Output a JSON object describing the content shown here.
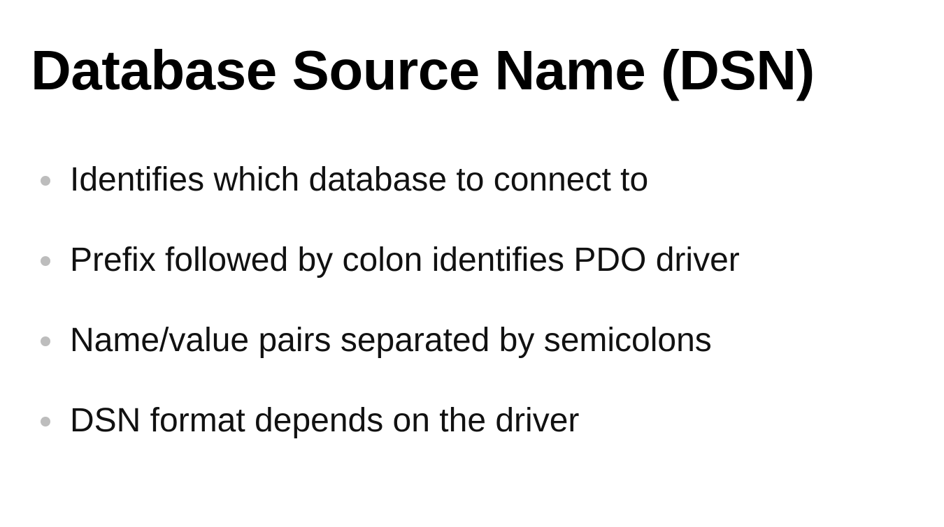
{
  "slide": {
    "title": "Database Source Name (DSN)",
    "bullets": [
      "Identifies which database to connect to",
      "Prefix followed by colon identifies PDO driver",
      "Name/value pairs separated by semicolons",
      "DSN format depends on the driver"
    ]
  },
  "colors": {
    "background": "#ffffff",
    "title": "#000000",
    "text": "#111111",
    "bullet_dot": "#bdbdbd"
  }
}
